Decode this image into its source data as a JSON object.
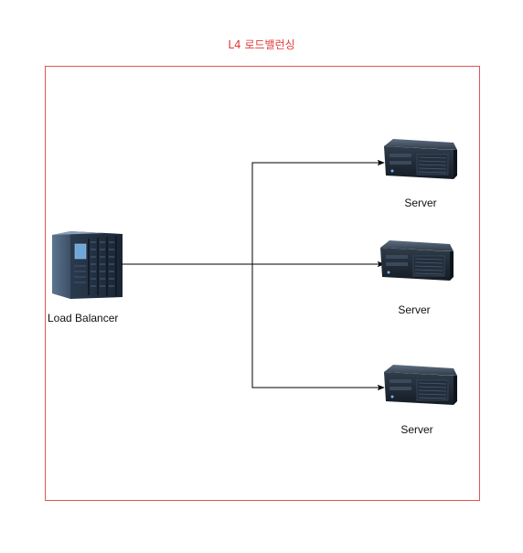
{
  "diagram": {
    "title": "L4 로드밸런싱",
    "load_balancer": {
      "label": "Load Balancer"
    },
    "servers": [
      {
        "label": "Server"
      },
      {
        "label": "Server"
      },
      {
        "label": "Server"
      }
    ],
    "colors": {
      "frame": "#e05555",
      "title": "#e03a3a",
      "arrow": "#000000"
    }
  }
}
